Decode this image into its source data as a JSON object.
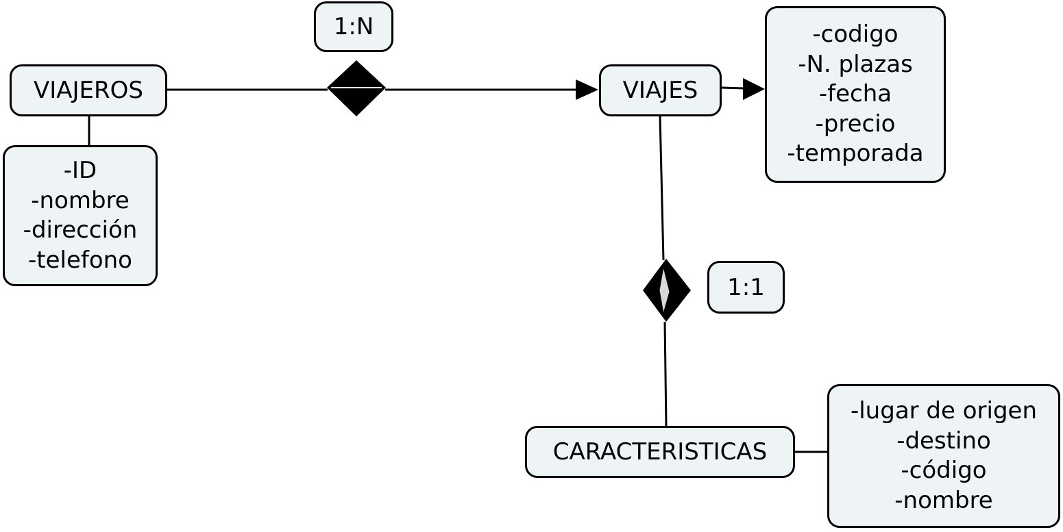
{
  "entities": {
    "viajeros": "VIAJEROS",
    "viajes": "VIAJES",
    "caracteristicas": "CARACTERISTICAS"
  },
  "relationships": {
    "viajeros_viajes": "1:N",
    "viajes_caracteristicas": "1:1"
  },
  "attributes": {
    "viajeros": [
      "-ID",
      "-nombre",
      "-dirección",
      "-telefono"
    ],
    "viajes": [
      "-codigo",
      "-N. plazas",
      "-fecha",
      "-precio",
      "-temporada"
    ],
    "caracteristicas": [
      "-lugar de origen",
      "-destino",
      "-código",
      "-nombre"
    ]
  },
  "colors": {
    "node_fill": "#eef3f6",
    "stroke": "#000000"
  }
}
